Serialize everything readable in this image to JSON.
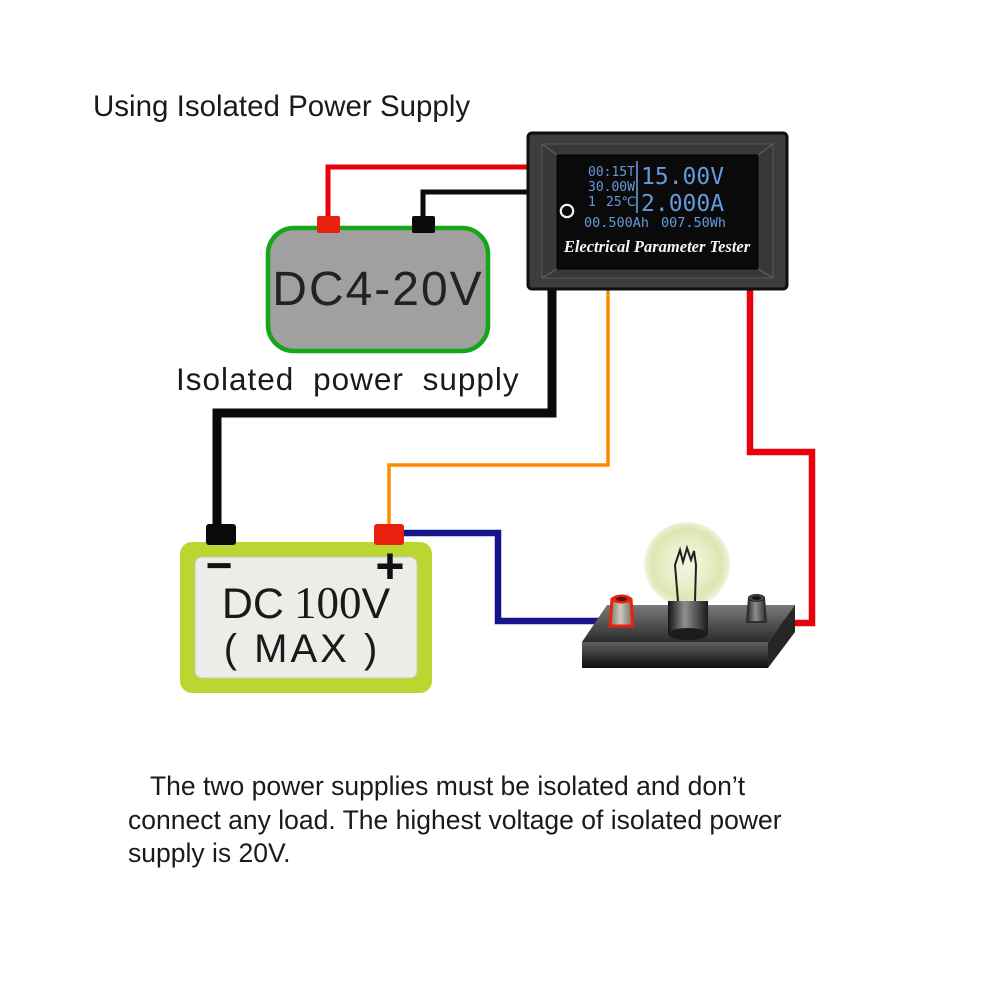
{
  "title": "Using Isolated Power Supply",
  "tester": {
    "name": "Electrical Parameter Tester",
    "display": {
      "time": "00:15T",
      "power": "30.00W",
      "group": "1",
      "temp": "25℃",
      "voltage": "15.00V",
      "current": "2.000A",
      "capacity": "00.500Ah",
      "energy": "007.50Wh"
    }
  },
  "isolated_supply": {
    "label": "DC4-20V",
    "caption": "Isolated power supply"
  },
  "load_supply": {
    "label_dc": "DC",
    "label_value": "100",
    "label_unit": "V",
    "label_max": "( MAX )",
    "minus": "−",
    "plus": "+"
  },
  "load": {
    "type": "bulb-on-terminal-block"
  },
  "footer": {
    "lines": [
      "The two power supplies must be isolated and don’t",
      "connect any load. The highest voltage of isolated power",
      "supply is 20V."
    ]
  },
  "colors": {
    "wire_red": "#E8000D",
    "wire_black": "#0A0A0A",
    "wire_orange": "#FF8A00",
    "wire_blue": "#14148C",
    "tester_body": "#3D3D3D",
    "oled_text": "#6699DB",
    "isolated_fill": "#A0A0A0",
    "isolated_border": "#17A617",
    "load_fill": "#BCD631",
    "load_panel": "#ECECE8",
    "terminal_red": "#E8200D"
  }
}
